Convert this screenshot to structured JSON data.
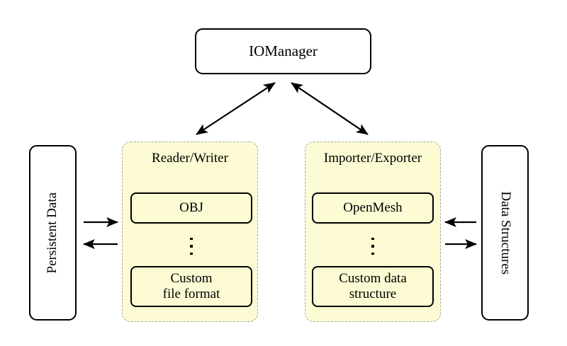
{
  "diagram": {
    "title_node": {
      "label": "IOManager"
    },
    "left_store": {
      "label": "Persistent Data"
    },
    "right_store": {
      "label": "Data Structures"
    },
    "panels": [
      {
        "title": "Reader/Writer",
        "items": [
          {
            "label": "OBJ"
          },
          {
            "label": "Custom\nfile format"
          }
        ],
        "ellipsis": "vertical-dots"
      },
      {
        "title": "Importer/Exporter",
        "items": [
          {
            "label": "OpenMesh"
          },
          {
            "label": "Custom data\nstructure"
          }
        ],
        "ellipsis": "vertical-dots"
      }
    ],
    "connections": [
      {
        "name": "manager-to-reader-writer",
        "style": "double-headed",
        "orientation": "diagonal"
      },
      {
        "name": "manager-to-importer-exporter",
        "style": "double-headed",
        "orientation": "diagonal"
      },
      {
        "name": "persistent-data-to-reader",
        "style": "single-headed",
        "direction": "right"
      },
      {
        "name": "writer-to-persistent-data",
        "style": "single-headed",
        "direction": "left"
      },
      {
        "name": "data-structures-to-importer",
        "style": "single-headed",
        "direction": "left"
      },
      {
        "name": "exporter-to-data-structures",
        "style": "single-headed",
        "direction": "right"
      }
    ],
    "colors": {
      "panel_fill": "#fcfbd4",
      "panel_border": "#a8a8a8",
      "node_border": "#000000",
      "background": "#ffffff",
      "text": "#000000"
    }
  }
}
